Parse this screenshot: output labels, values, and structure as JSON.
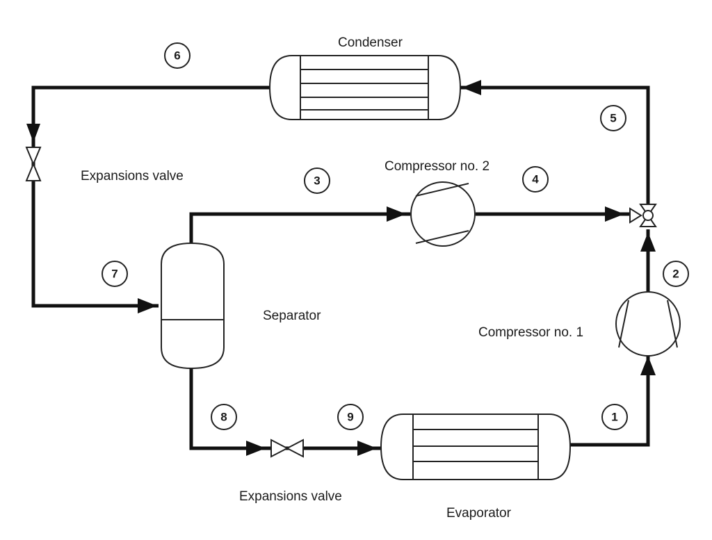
{
  "components": {
    "condenser": "Condenser",
    "evaporator": "Evaporator",
    "separator": "Separator",
    "compressor_1": "Compressor no. 1",
    "compressor_2": "Compressor no. 2",
    "expansion_valve_top": "Expansions valve",
    "expansion_valve_bottom": "Expansions valve"
  },
  "state_points": [
    "1",
    "2",
    "3",
    "4",
    "5",
    "6",
    "7",
    "8",
    "9"
  ]
}
